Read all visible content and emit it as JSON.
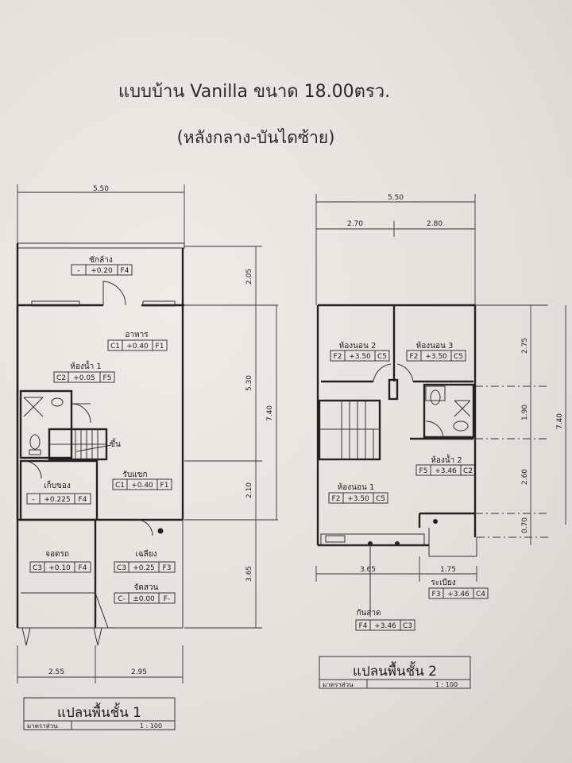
{
  "title": "แบบบ้าน Vanilla ขนาด 18.00ตรว.",
  "subtitle": "(หลังกลาง-บันไดซ้าย)",
  "plan1": {
    "name": "แปลนพื้นชั้น 1",
    "scale_label": "มาตราส่วน",
    "scale": "1 : 100",
    "rooms": {
      "laundry": {
        "label": "ซักล้าง",
        "tag": [
          "-",
          "+0.20",
          "F4"
        ]
      },
      "dining": {
        "label": "อาหาร",
        "tag": [
          "C1",
          "+0.40",
          "F1"
        ]
      },
      "bath1": {
        "label": "ห้องน้ำ 1",
        "tag": [
          "C2",
          "+0.05",
          "F5"
        ]
      },
      "stair_up": {
        "label": "ขึ้น"
      },
      "living": {
        "label": "รับแขก",
        "tag": [
          "C1",
          "+0.40",
          "F1"
        ]
      },
      "storage": {
        "label": "เก็บของ",
        "tag": [
          "-",
          "+0.225",
          "F4"
        ]
      },
      "carport": {
        "label": "จอดรถ",
        "tag": [
          "C3",
          "+0.10",
          "F4"
        ]
      },
      "terrace": {
        "label": "เฉลียง",
        "tag": [
          "C3",
          "+0.25",
          "F3"
        ]
      },
      "garden": {
        "label": "จัดสวน",
        "tag": [
          "C-",
          "±0.00",
          "F-"
        ]
      }
    },
    "dims": {
      "top": "5.50",
      "bottom_left": "2.55",
      "bottom_right": "2.95",
      "right_1": "2.05",
      "right_2": "5.30",
      "right_3": "2.10",
      "right_4": "3.65",
      "right_total": "7.40"
    }
  },
  "plan2": {
    "name": "แปลนพื้นชั้น 2",
    "scale_label": "มาตราส่วน",
    "scale": "1 : 100",
    "rooms": {
      "bed2": {
        "label": "ห้องนอน 2",
        "tag": [
          "F2",
          "+3.50",
          "C5"
        ]
      },
      "bed3": {
        "label": "ห้องนอน 3",
        "tag": [
          "F2",
          "+3.50",
          "C5"
        ]
      },
      "bath2": {
        "label": "ห้องน้ำ 2",
        "tag": [
          "F5",
          "+3.46",
          "C2"
        ]
      },
      "bed1": {
        "label": "ห้องนอน 1",
        "tag": [
          "F2",
          "+3.50",
          "C5"
        ]
      },
      "balcony": {
        "label": "ระเบียง",
        "tag": [
          "F3",
          "+3.46",
          "C4"
        ]
      },
      "canopy": {
        "label": "กันสาด",
        "tag": [
          "F4",
          "+3.46",
          "C3"
        ]
      }
    },
    "dims": {
      "top": "5.50",
      "top_left": "2.70",
      "top_right": "2.80",
      "bottom_left": "3.65",
      "bottom_right": "1.75",
      "right_1": "2.75",
      "right_2": "1.90",
      "right_3": "2.60",
      "right_4": "0.70",
      "right_total": "7.40"
    }
  }
}
